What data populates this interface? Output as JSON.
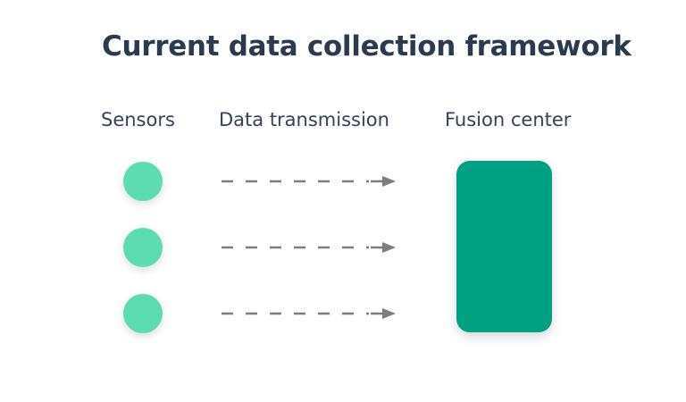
{
  "diagram": {
    "title": "Current data collection framework",
    "background_color": "#ffffff",
    "title_color": "#2b3a4f",
    "label_color": "#33445a",
    "columns": [
      {
        "key": "sensors",
        "label": "Sensors"
      },
      {
        "key": "transmission",
        "label": "Data transmission"
      },
      {
        "key": "fusion",
        "label": "Fusion center"
      }
    ],
    "sensors": {
      "count": 3,
      "color": "#5ddcb2",
      "shape": "circle",
      "nodes": [
        {
          "id": "sensor-1"
        },
        {
          "id": "sensor-2"
        },
        {
          "id": "sensor-3"
        }
      ]
    },
    "transmission": {
      "color": "#7d7d7d",
      "style": "dashed-arrow",
      "dash_count": 6,
      "arrows": [
        {
          "id": "arrow-1",
          "from": "sensor-1",
          "to": "fusion-center"
        },
        {
          "id": "arrow-2",
          "from": "sensor-2",
          "to": "fusion-center"
        },
        {
          "id": "arrow-3",
          "from": "sensor-3",
          "to": "fusion-center"
        }
      ]
    },
    "fusion_center": {
      "id": "fusion-center",
      "color": "#00a183",
      "shape": "rounded-rectangle"
    }
  }
}
